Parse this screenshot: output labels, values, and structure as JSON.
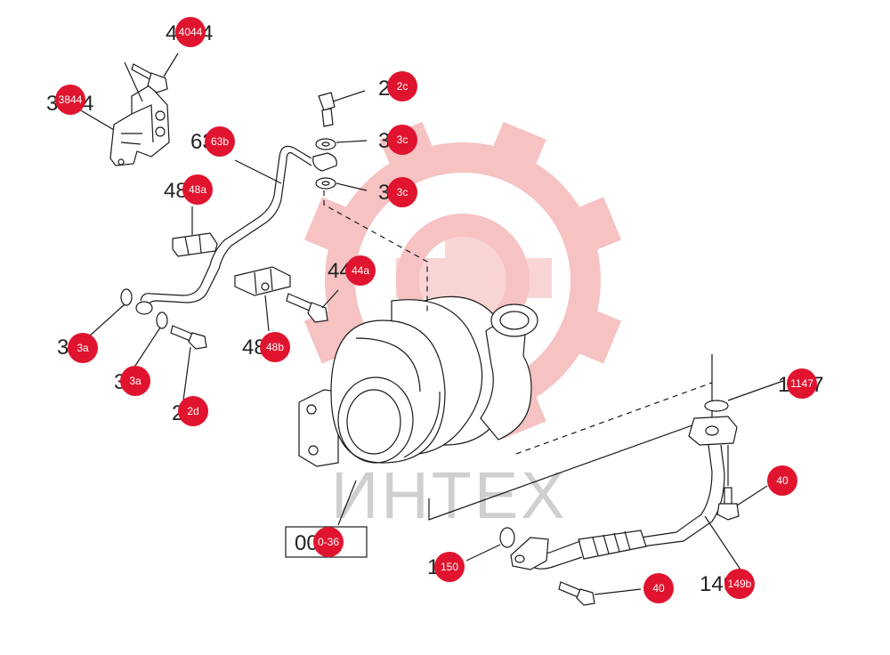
{
  "colors": {
    "badge_fill": "#e0142e",
    "badge_text": "#ffffff",
    "label_text": "#222222",
    "line": "#1a1a1a",
    "watermark_gear": "#f5b8b8",
    "watermark_text": "#cfcfcf"
  },
  "watermark": {
    "text": "ИНТЕХ",
    "icon": "gear-icon"
  },
  "callouts": [
    {
      "id": "c-4044",
      "label_text": "4044",
      "badge": "4044"
    },
    {
      "id": "c-3844",
      "label_text": "3844",
      "badge": "3844"
    },
    {
      "id": "c-2c",
      "label_text": "2C",
      "badge": "2c"
    },
    {
      "id": "c-3c-1",
      "label_text": "3C",
      "badge": "3c"
    },
    {
      "id": "c-63b",
      "label_text": "63B",
      "badge": "63b"
    },
    {
      "id": "c-3c-2",
      "label_text": "3C",
      "badge": "3c"
    },
    {
      "id": "c-48a",
      "label_text": "48A",
      "badge": "48a"
    },
    {
      "id": "c-44a",
      "label_text": "44A",
      "badge": "44a"
    },
    {
      "id": "c-48b",
      "label_text": "48B",
      "badge": "48b"
    },
    {
      "id": "c-3a-1",
      "label_text": "3A",
      "badge": "3a"
    },
    {
      "id": "c-3a-2",
      "label_text": "3A",
      "badge": "3a"
    },
    {
      "id": "c-2d",
      "label_text": "2D",
      "badge": "2d"
    },
    {
      "id": "c-1147",
      "label_text": "1147",
      "badge": "1147"
    },
    {
      "id": "c-40-1",
      "label_text": "40",
      "badge": "40"
    },
    {
      "id": "c-0036",
      "label_text": "0036",
      "badge": "0-36"
    },
    {
      "id": "c-150",
      "label_text": "150",
      "badge": "150"
    },
    {
      "id": "c-40-2",
      "label_text": "40",
      "badge": "40"
    },
    {
      "id": "c-149b",
      "label_text": "149B",
      "badge": "149b"
    }
  ]
}
